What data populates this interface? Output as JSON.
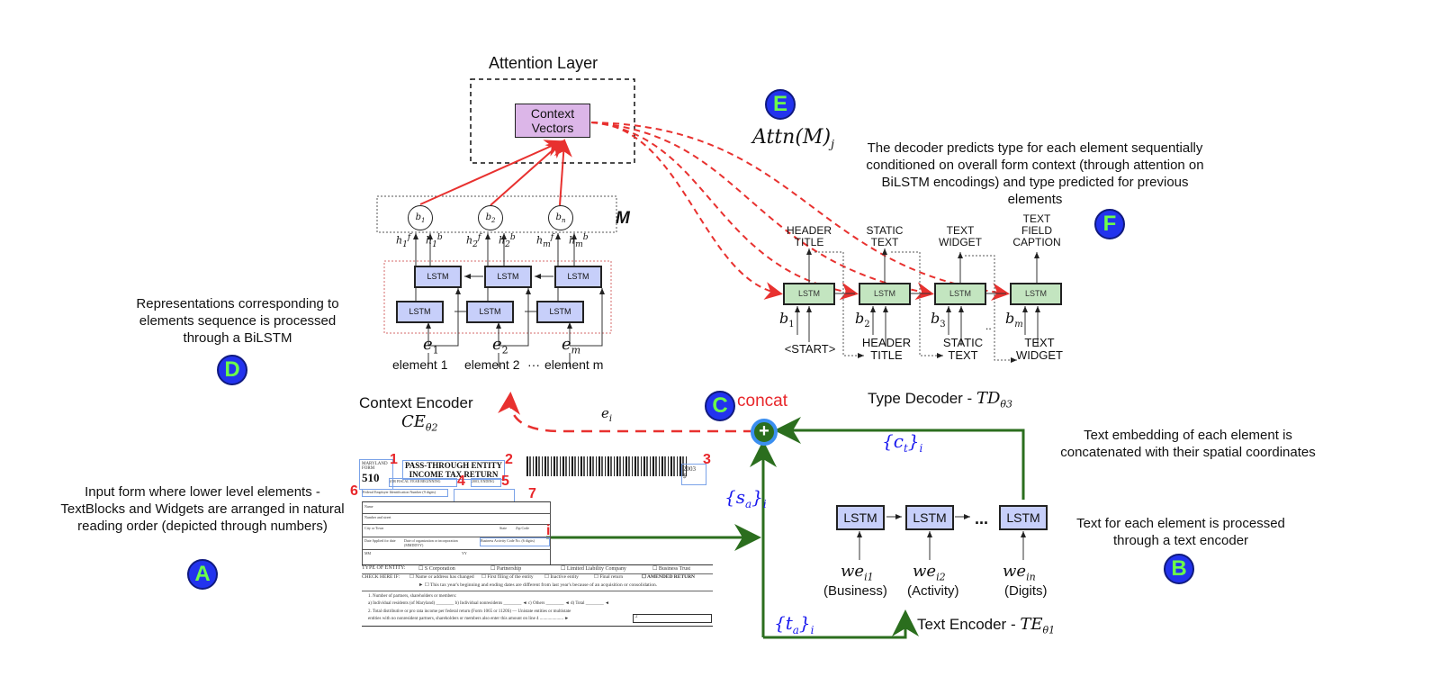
{
  "attention": {
    "title": "Attention Layer",
    "context_vectors": "Context Vectors",
    "m_label": "M",
    "attn_label": "Attn(M)",
    "attn_sub": "j",
    "nodes": [
      "b1",
      "b2",
      "bn"
    ],
    "hidden_labels": [
      "h1f",
      "h1b",
      "h2f",
      "h2b",
      "hmf",
      "hmb"
    ]
  },
  "badges": {
    "A": "A",
    "B": "B",
    "C": "C",
    "D": "D",
    "E": "E",
    "F": "F"
  },
  "captions": {
    "D": "Representations corresponding to elements sequence is processed through a BiLSTM",
    "F": "The decoder predicts type for each element sequentially conditioned on overall form context (through attention on BiLSTM encodings) and type predicted for previous elements",
    "A": "Input form where lower level elements - TextBlocks and Widgets are arranged in natural reading order (depicted through numbers)",
    "concat_note": "Text embedding of each element is concatenated with their spatial coordinates",
    "B": "Text for each element is processed through a text encoder"
  },
  "context_encoder": {
    "title": "Context Encoder",
    "param": "CE",
    "param_sub": "θ2",
    "lstm_label": "LSTM",
    "inputs": [
      "e1",
      "e2",
      "em"
    ],
    "elements": [
      "element 1",
      "element 2",
      "···",
      "element m"
    ]
  },
  "type_decoder": {
    "title": "Type Decoder - ",
    "param": "TD",
    "param_sub": "θ3",
    "lstm_label": "LSTM",
    "outputs": [
      "HEADER\nTITLE",
      "STATIC\nTEXT",
      "TEXT\nWIDGET",
      "TEXT\nFIELD\nCAPTION"
    ],
    "attn_inputs": [
      "b1",
      "b2",
      "b3",
      "bm"
    ],
    "prev_inputs": [
      "<START>",
      "HEADER\nTITLE",
      "STATIC\nTEXT",
      "TEXT\nWIDGET"
    ]
  },
  "concat": {
    "label": "concat",
    "ei": "e",
    "ei_sub": "i",
    "ct": "{c",
    "ct_sub": "t",
    "sa": "{s",
    "sa_sub": "a",
    "ta": "{t",
    "ta_sub": "a",
    "i_sub": "i"
  },
  "text_encoder": {
    "title": "Text Encoder - ",
    "param": "TE",
    "param_sub": "θ1",
    "lstm_label": "LSTM",
    "ellipsis": "...",
    "words": [
      {
        "emb": "we",
        "sub": "i1",
        "word": "(Business)"
      },
      {
        "emb": "we",
        "sub": "i2",
        "word": "(Activity)"
      },
      {
        "emb": "we",
        "sub": "in",
        "word": "(Digits)"
      }
    ]
  },
  "form": {
    "state": "MARYLAND FORM",
    "form_no": "510",
    "title_line1": "PASS-THROUGH ENTITY",
    "title_line2": "INCOME TAX RETURN",
    "fiscal": "(OR FISCAL YEAR BEGINNING",
    "ending": "2003, ENDING",
    "year": "2003",
    "dollar": "$",
    "fein": "Federal Employer Identification Number (9 digits)",
    "name": "Name",
    "street": "Number and street",
    "city": "City or Town",
    "state_lbl": "State",
    "zip": "Zip Code",
    "date_applied": "Date Applied for date",
    "date_org": "Date of organization or incorporation (MMDDYY)",
    "business_code": "Business Activity Code No. (6 digits)",
    "mm": "MM",
    "yy": "YY",
    "entity_type": "TYPE OF ENTITY:",
    "entity_options": [
      "S Corporation",
      "Partnership",
      "Limited Liability Company",
      "Business Trust"
    ],
    "check_here": "CHECK HERE IF:",
    "check_options": [
      "Name or address has changed",
      "First filing of the entity",
      "Inactive entity",
      "Final return",
      "AMENDED RETURN"
    ],
    "tax_year_note": "This tax year's beginning and ending dates are different from last year's because of an acquisition or consolidation.",
    "line1": "1.  Number of partners, shareholders or members:",
    "line1a": "a) Individual residents (of Maryland) ________   b) Individual nonresidents ________  ◄  c) Others ________  ◄  d) Total ________  ◄",
    "line2": "2.  Total distributive or pro rata income per federal return (Form 1065 or 1120S) — Unistate entities or multistate",
    "line2b": "entities with no nonresident partners, shareholders or members also enter this amount on line 4 .....................  ►",
    "line2_box": "2",
    "reading_order": [
      "1",
      "2",
      "3",
      "4",
      "5",
      "6",
      "7",
      "i"
    ]
  },
  "colors": {
    "red_arrow": "#e8312f",
    "green_arrow": "#2b6e1e",
    "badge_fill": "#2233ee",
    "badge_text": "#6cff4a",
    "concat_ring": "#3b8ff0",
    "math_blue": "#1a1aee",
    "context_vectors_fill": "#dcb6e8"
  }
}
